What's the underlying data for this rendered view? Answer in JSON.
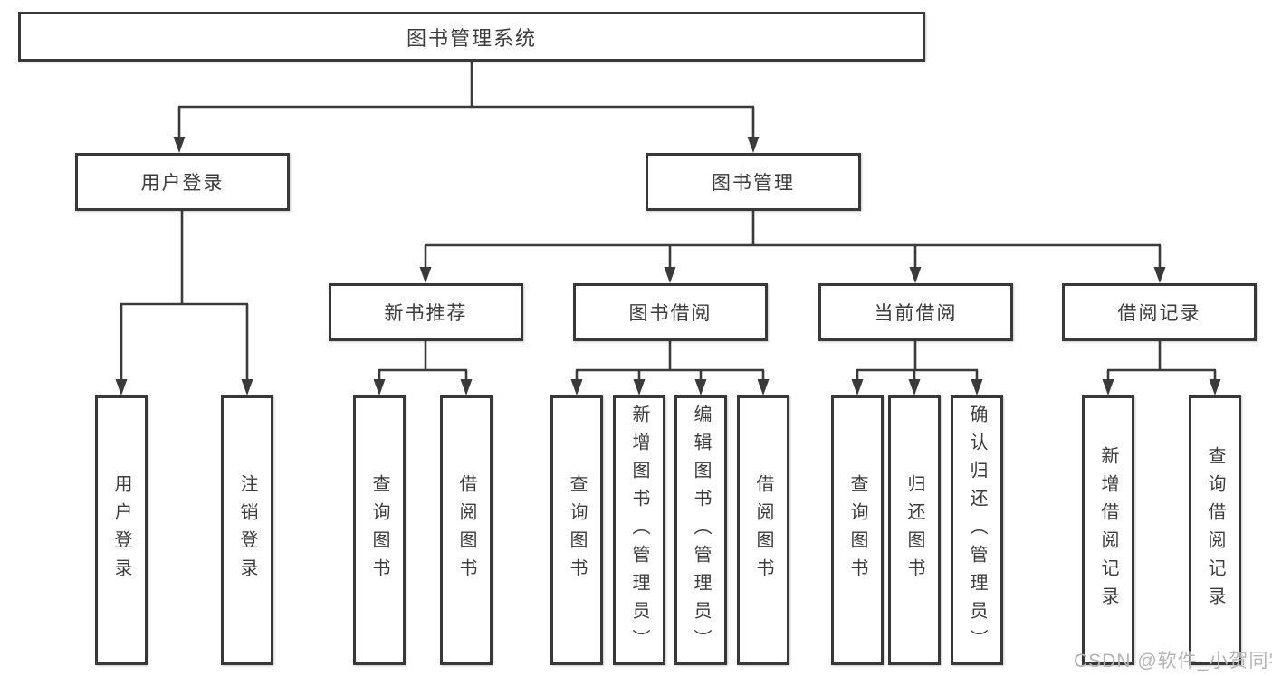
{
  "diagram_title": "图书管理系统",
  "nodes": {
    "root": {
      "label": "图书管理系统"
    },
    "user_login": {
      "label": "用户登录"
    },
    "book_mgmt": {
      "label": "图书管理"
    },
    "new_book_rec": {
      "label": "新书推荐"
    },
    "book_borrow": {
      "label": "图书借阅"
    },
    "current_borrow": {
      "label": "当前借阅"
    },
    "borrow_record": {
      "label": "借阅记录"
    },
    "user_login_leaf": {
      "label": "用户登录"
    },
    "logout_leaf": {
      "label": "注销登录"
    },
    "rec_query_book": {
      "label": "查询图书"
    },
    "rec_borrow_book": {
      "label": "借阅图书"
    },
    "bb_query_book": {
      "label": "查询图书"
    },
    "bb_add_book": {
      "label": "新增图书（管理员）"
    },
    "bb_edit_book": {
      "label": "编辑图书（管理员）"
    },
    "bb_borrow_book": {
      "label": "借阅图书"
    },
    "cb_query_book": {
      "label": "查询图书"
    },
    "cb_return_book": {
      "label": "归还图书"
    },
    "cb_confirm_return": {
      "label": "确认归还（管理员）"
    },
    "br_add_record": {
      "label": "新增借阅记录"
    },
    "br_query_record": {
      "label": "查询借阅记录"
    }
  },
  "watermark": {
    "text": "CSDN @软件_小贺同学"
  },
  "colors": {
    "line": "#3a3a3a",
    "text": "#3c3c3c",
    "box_border": "#383838",
    "box_fill": "#ffffff",
    "watermark": "#b4b4b4"
  }
}
